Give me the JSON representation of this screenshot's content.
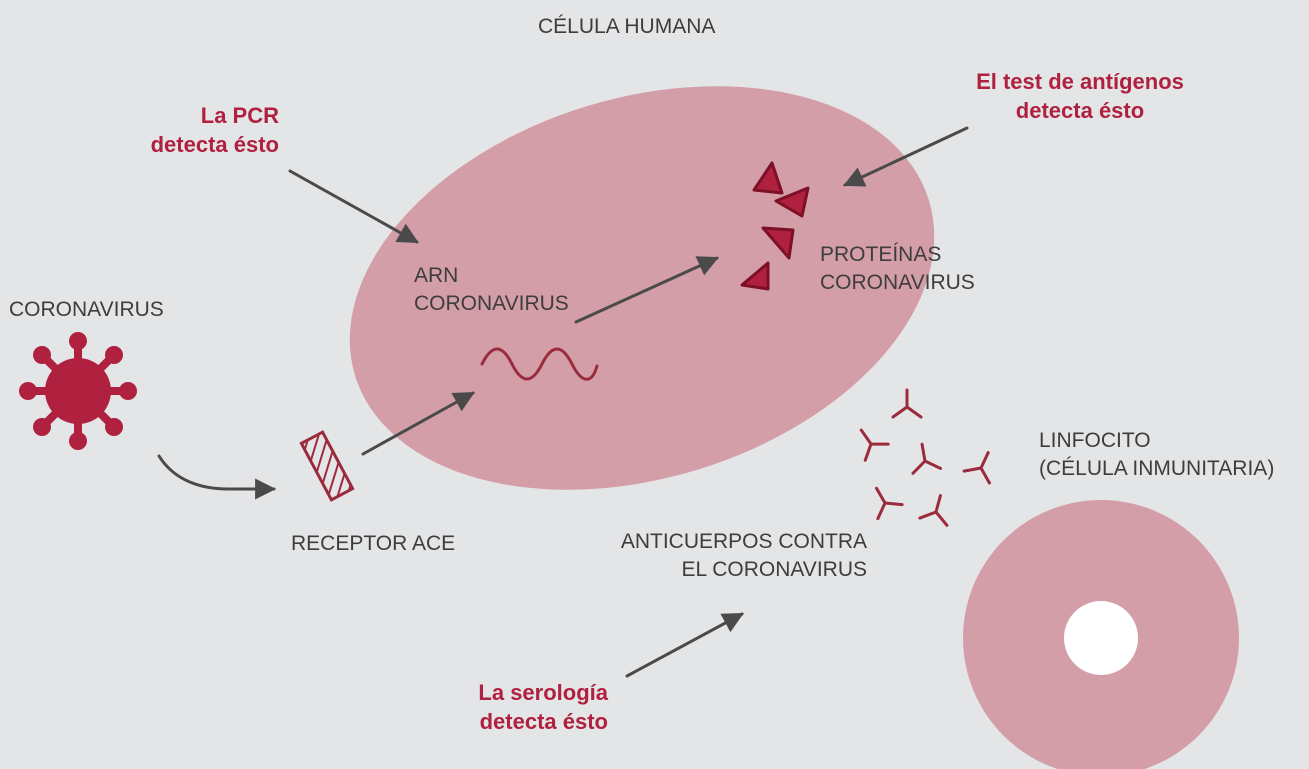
{
  "labels": {
    "celula_humana": "CÉLULA HUMANA",
    "coronavirus": "CORONAVIRUS",
    "arn_line1": "ARN",
    "arn_line2": "CORONAVIRUS",
    "proteinas_line1": "PROTEÍNAS",
    "proteinas_line2": "CORONAVIRUS",
    "receptor": "RECEPTOR ACE",
    "anticuerpos_line1": "ANTICUERPOS CONTRA",
    "anticuerpos_line2": "EL CORONAVIRUS",
    "linfocito_line1": "LINFOCITO",
    "linfocito_line2": "(CÉLULA INMUNITARIA)"
  },
  "callouts": {
    "pcr_line1": "La PCR",
    "pcr_line2": "detecta ésto",
    "antigenos_line1": "El test de antígenos",
    "antigenos_line2": "detecta ésto",
    "serologia_line1": "La serología",
    "serologia_line2": "detecta ésto"
  },
  "colors": {
    "background": "#e4e5e7",
    "cell_fill": "#d49ea8",
    "accent": "#b0203f",
    "arrow": "#4a4a4a",
    "text": "#3d3d3d"
  },
  "icons": [
    "coronavirus-icon",
    "ace-receptor-icon",
    "rna-wave-icon",
    "protein-triangle-icon",
    "antibody-icon"
  ]
}
